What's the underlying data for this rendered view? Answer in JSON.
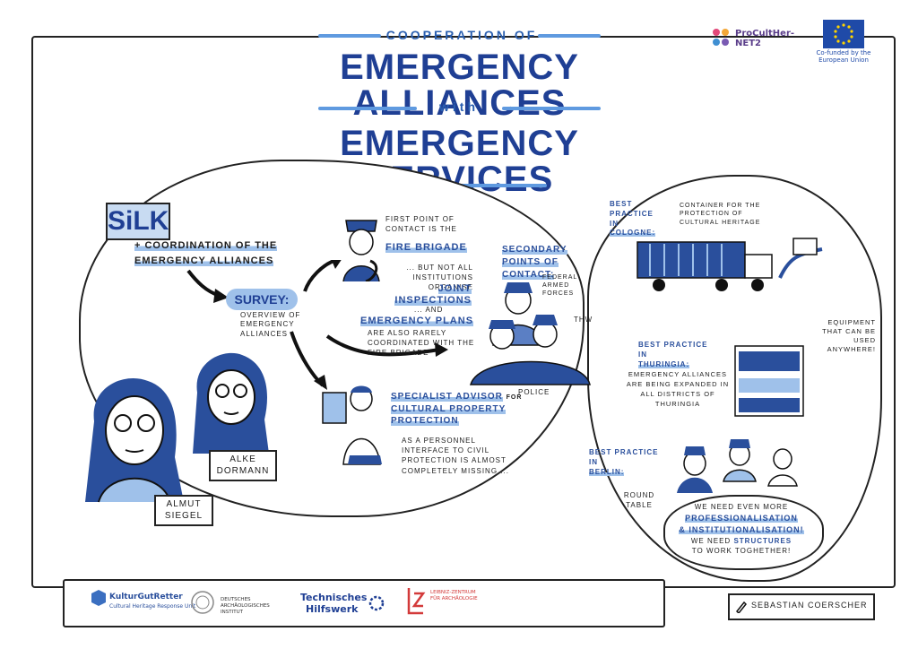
{
  "header": {
    "pre_title": "COOPERATION OF",
    "title_line1": "EMERGENCY ALLIANCES",
    "with": "with",
    "title_line2": "EMERGENCY SERVICES"
  },
  "top_logos": {
    "procultherr": "ProCultHer-NET2",
    "eu_caption": "Co-funded by the European Union"
  },
  "left": {
    "silk": "SiLK",
    "coordination": "+ COORDINATION OF THE EMERGENCY ALLIANCES",
    "survey": "SURVEY:",
    "survey_sub": "OVERVIEW OF EMERGENCY ALLIANCES",
    "person1": "ALMUT SIEGEL",
    "person2": "ALKE DORMANN"
  },
  "center": {
    "first_point": "FIRST POINT OF CONTACT IS THE",
    "fire_brigade": "FIRE BRIGADE",
    "but_not": "... BUT NOT ALL INSTITUTIONS ORGANISE",
    "joint": "JOINT INSPECTIONS",
    "and": "... AND",
    "emergency_plans": "EMERGENCY PLANS",
    "rarely": "ARE ALSO RARELY COORDINATED WITH THE FIRE BRIGADE",
    "secondary": "SECONDARY POINTS OF CONTACT:",
    "federal": "FEDERAL ARMED FORCES",
    "thw": "THW",
    "police": "POLICE",
    "specialist": "SPECIALIST ADVISOR",
    "for": "FOR",
    "cultural": "CULTURAL PROPERTY PROTECTION",
    "interface": "AS A PERSONNEL INTERFACE TO CIVIL PROTECTION IS ALMOST COMPLETELY MISSING ..."
  },
  "right": {
    "bp_cologne_a": "BEST PRACTICE IN",
    "bp_cologne_b": "COLOGNE:",
    "container": "CONTAINER FOR THE PROTECTION OF CULTURAL HERITAGE",
    "equipment": "EQUIPMENT THAT CAN BE USED ANYWHERE!",
    "bp_thuringia_a": "BEST PRACTICE IN",
    "bp_thuringia_b": "THURINGIA:",
    "thuringia_text": "EMERGENCY ALLIANCES ARE BEING EXPANDED IN ALL DISTRICTS OF THURINGIA",
    "bp_berlin_a": "BEST PRACTICE IN",
    "bp_berlin_b": "BERLIN:",
    "round_table": "ROUND TABLE",
    "need1": "WE NEED EVEN MORE",
    "need2": "PROFESSIONALISATION",
    "need3": "& INSTITUTIONALISATION!",
    "need4": "WE NEED",
    "structures": "STRUCTURES",
    "need5": "TO WORK TOGHETHER!"
  },
  "footer": {
    "kgr": "KulturGutRetter",
    "kgr_sub": "Cultural Heritage Response Unit",
    "dai": "DEUTSCHES ARCHÄOLOGISCHES INSTITUT",
    "thw1": "Technisches",
    "thw2": "Hilfswerk",
    "leiza": "LEIBNIZ-ZENTRUM FÜR ARCHÄOLOGIE",
    "artist": "SEBASTIAN COERSCHER"
  },
  "colors": {
    "accent": "#2a4f9c",
    "highlight": "#9fc1ea",
    "ink": "#1d1d1d"
  }
}
